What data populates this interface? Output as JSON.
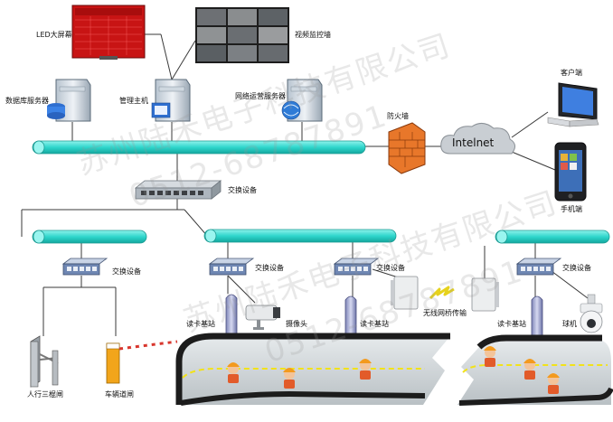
{
  "labels": {
    "led_screen": "LED大屏幕",
    "video_wall": "视频监控墙",
    "db_server": "数据库服务器",
    "mgmt_host": "管理主机",
    "net_server": "网络运营服务器",
    "firewall": "防火墙",
    "internet": "Intelnet",
    "client": "客户端",
    "phone": "手机端",
    "switch_main": "交换设备",
    "switch_1": "交换设备",
    "switch_2": "交换设备",
    "switch_3": "交换设备",
    "switch_4": "交换设备",
    "reader_1": "读卡基站",
    "camera": "摄像头",
    "reader_2": "读卡基站",
    "wireless_bridge": "无线网桥传输",
    "reader_3": "读卡基站",
    "dome_camera": "球机",
    "turnstile": "人行三棍闸",
    "barrier": "车辆道闸"
  },
  "watermark": {
    "text_top": "苏州陆禾电子科技有限公司",
    "num_top": "0512-68787891",
    "text_bottom": "苏州陆禾电子科技有限公司",
    "num_bottom": "0512-68787891"
  },
  "colors": {
    "bus": "#2fd6cc",
    "bus_edge": "#1b9a92",
    "line": "#3a3a3a",
    "led_bg": "#c81414",
    "tunnel": "#222222",
    "tunnel_floor": "#cfd5d8",
    "stripe": "#f2e21a"
  }
}
